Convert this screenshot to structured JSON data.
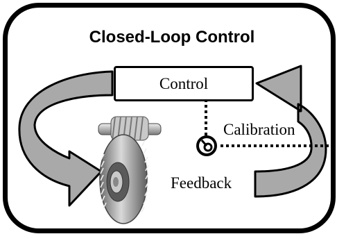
{
  "diagram": {
    "title": "Closed-Loop Control",
    "nodes": {
      "control": "Control",
      "calibration": "Calibration",
      "feedback": "Feedback"
    },
    "icons": {
      "gear": "gear-icon",
      "sensor": "sensor-dial-icon",
      "left_arrow": "curved-arrow-down-icon",
      "right_arrow": "curved-arrow-up-icon"
    },
    "colors": {
      "arrow_fill": "#a9a9a9",
      "stroke": "#000000",
      "gear_dark": "#555555",
      "gear_light": "#c8c8c8"
    }
  }
}
